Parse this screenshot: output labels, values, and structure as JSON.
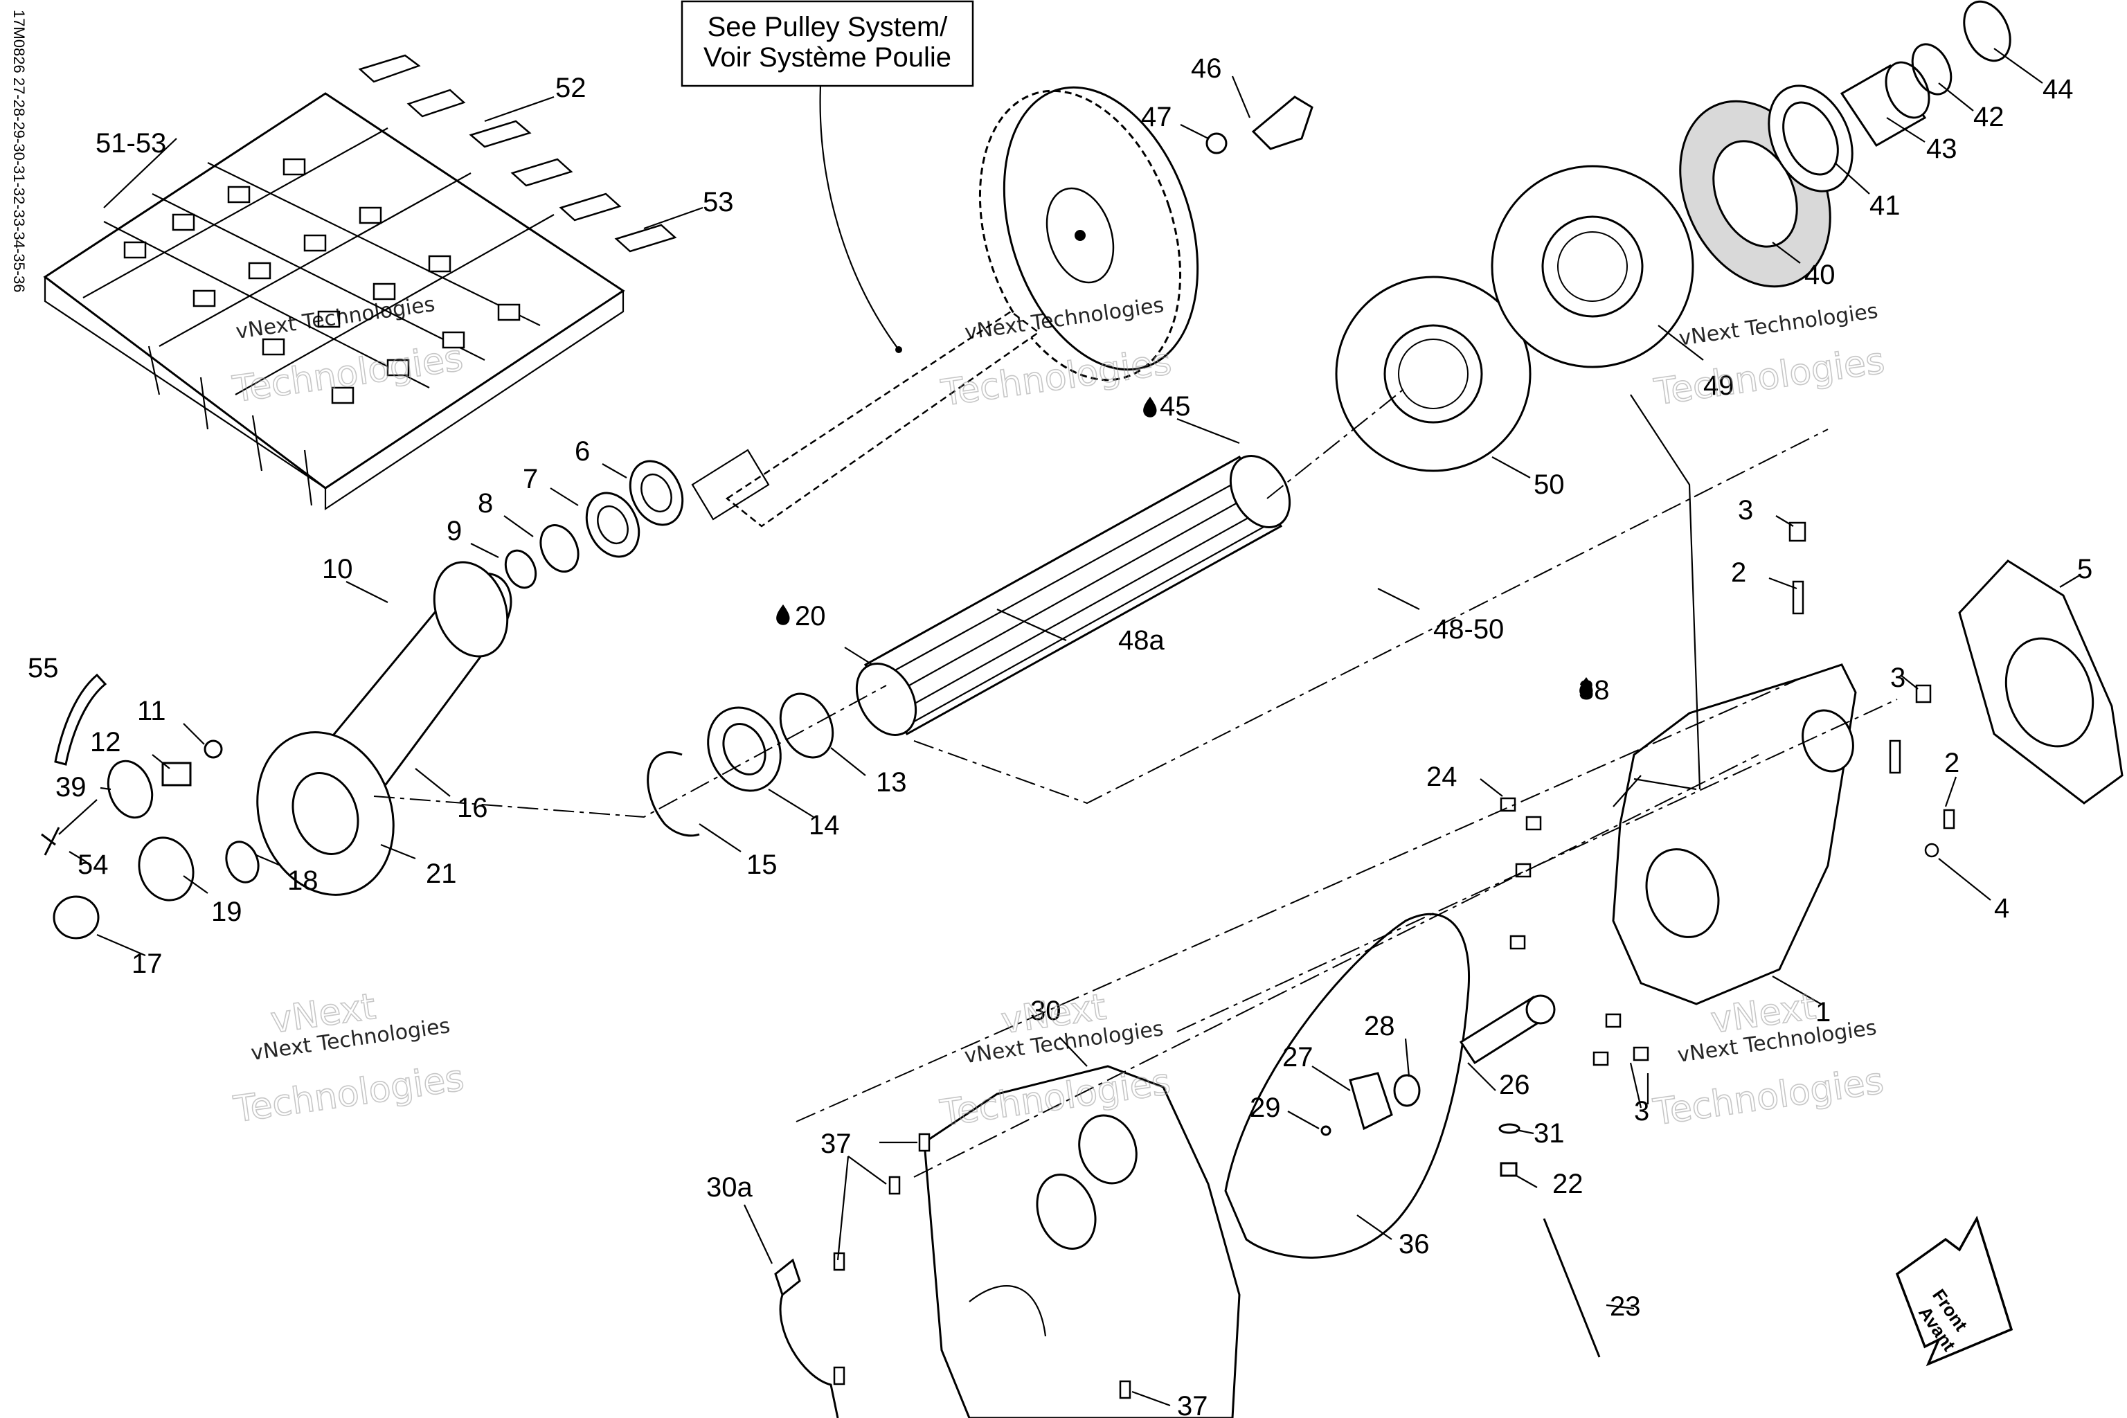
{
  "side_code": "17M0826 27-28-29-30-31-32-33-34-35-36",
  "callout": {
    "line1": "See Pulley System/",
    "line2": "Voir Système Poulie"
  },
  "front_label": {
    "line1": "Front",
    "line2": "Avant"
  },
  "watermark": {
    "small": "vNext Technologies",
    "big": "Technologies",
    "big_top": "vNext"
  },
  "part_labels": {
    "p1": "1",
    "p2a": "2",
    "p2b": "2",
    "p3a": "3",
    "p3b": "3",
    "p3c": "3",
    "p4": "4",
    "p5": "5",
    "p6": "6",
    "p7": "7",
    "p8": "8",
    "p9": "9",
    "p10": "10",
    "p11": "11",
    "p12": "12",
    "p13": "13",
    "p14": "14",
    "p15": "15",
    "p16": "16",
    "p17": "17",
    "p18": "18",
    "p19": "19",
    "p20": "20",
    "p21": "21",
    "p22": "22",
    "p23": "23",
    "p24": "24",
    "p26": "26",
    "p27": "27",
    "p28": "28",
    "p29": "29",
    "p30": "30",
    "p30a": "30a",
    "p31": "31",
    "p36": "36",
    "p37a": "37",
    "p37b": "37",
    "p38": "38",
    "p39": "39",
    "p40": "40",
    "p41": "41",
    "p42": "42",
    "p43": "43",
    "p44": "44",
    "p45": "45",
    "p46": "46",
    "p47": "47",
    "p48a": "48a",
    "p48_50": "48-50",
    "p49": "49",
    "p50": "50",
    "p51_53": "51-53",
    "p52": "52",
    "p53": "53",
    "p54": "54",
    "p55": "55"
  }
}
